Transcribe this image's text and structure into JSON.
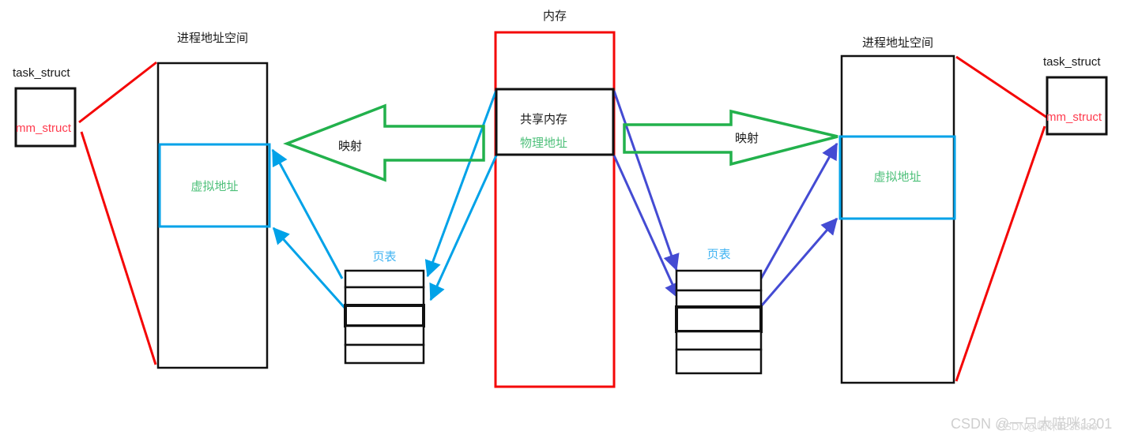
{
  "memory": {
    "title": "内存",
    "shared_label": "共享内存",
    "physical_label": "物理地址"
  },
  "left_process": {
    "space_title": "进程地址空间",
    "virtual_label": "虚拟地址",
    "task_label": "task_struct",
    "mm_label": "mm_struct",
    "page_table_label": "页表",
    "mapping_label": "映射"
  },
  "right_process": {
    "space_title": "进程地址空间",
    "virtual_label": "虚拟地址",
    "task_label": "task_struct",
    "mm_label": "mm_struct",
    "page_table_label": "页表",
    "mapping_label": "映射"
  },
  "watermark": {
    "primary": "CSDN @一只大喵咪1201",
    "secondary": "CSDN@喵咪1238888"
  },
  "colors": {
    "line_red": "#f40606",
    "text_red": "#ff3b4e",
    "arrow_green": "#22b14c",
    "text_green": "#4ec07a",
    "line_cyan": "#00a2e8",
    "text_cyan": "#3fb3f2",
    "line_blue": "#444bd3",
    "box_black": "#111111",
    "watermark_gray": "#cfcfcf"
  }
}
